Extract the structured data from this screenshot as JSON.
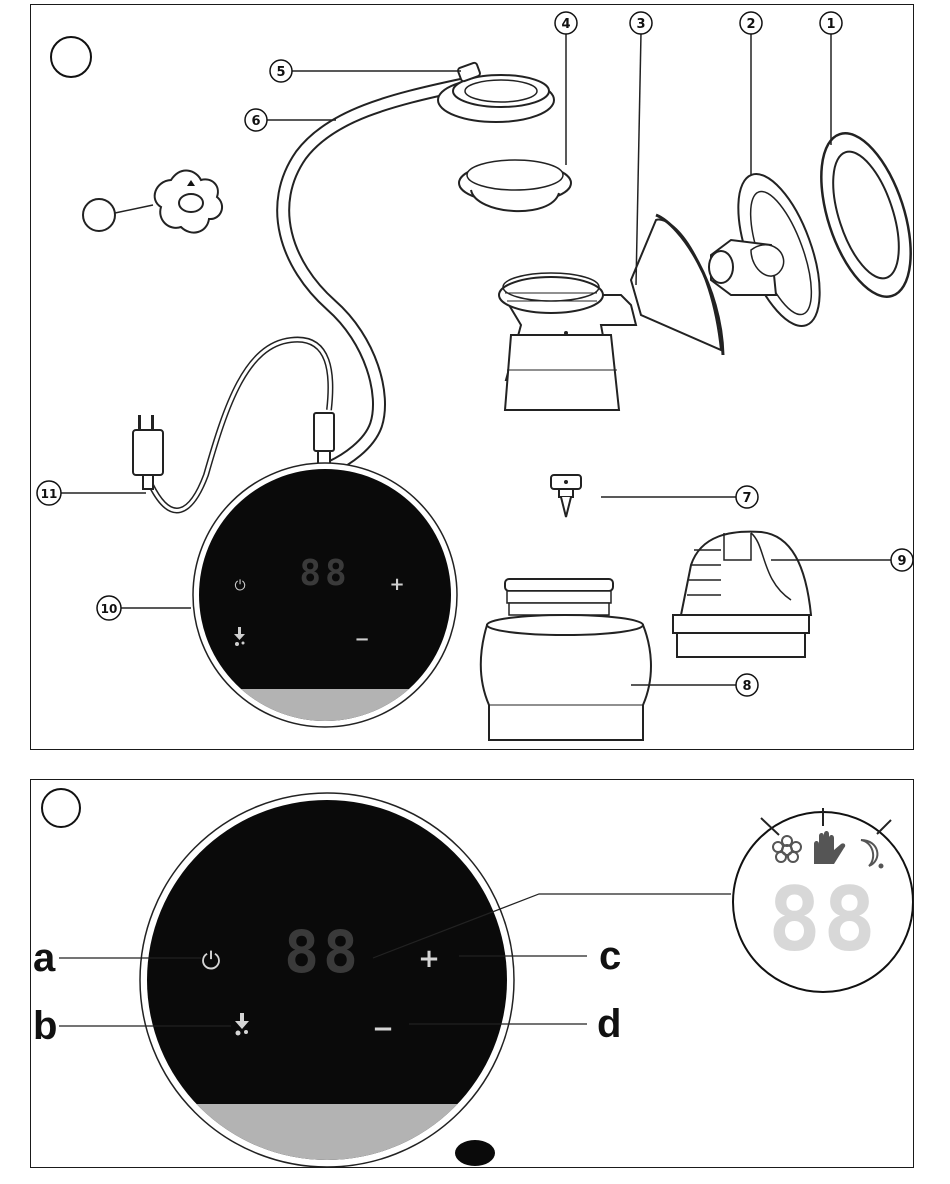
{
  "diagram": {
    "top_panel": {
      "part_labels": [
        "1",
        "2",
        "3",
        "4",
        "5",
        "6",
        "7",
        "8",
        "9",
        "10",
        "11"
      ],
      "display_value": "88",
      "control_symbols": {
        "power": "⏻",
        "plus": "+",
        "minus": "−"
      }
    },
    "bottom_panel": {
      "control_labels": {
        "a": "a",
        "b": "b",
        "c": "c",
        "d": "d"
      },
      "display_value": "88",
      "control_symbols": {
        "power": "⏻",
        "plus": "+",
        "minus": "−"
      },
      "mode_icons": [
        "flower-icon",
        "hand-icon",
        "moon-icon"
      ]
    },
    "colors": {
      "panel_black": "#0a0a0a",
      "panel_gray_band": "#b3b3b3",
      "segment_gray": "#cfcfcf",
      "segment_dim": "#e6e6e6",
      "line": "#222222"
    }
  }
}
